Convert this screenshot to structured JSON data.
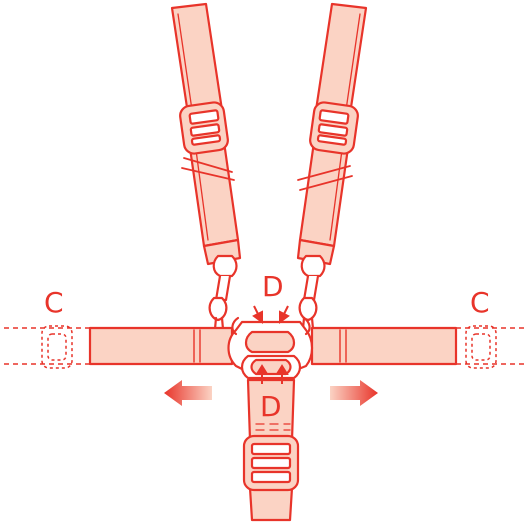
{
  "labels": {
    "left_clip": "C",
    "right_clip": "C",
    "top_buckle": "D",
    "bottom_buckle": "D"
  },
  "colors": {
    "stroke": "#e8342a",
    "fill": "#fbd3c4",
    "arrow_start": "#fbd3c4",
    "arrow_end": "#e8342a"
  },
  "icons": [
    "left-arrow-icon",
    "right-arrow-icon",
    "squeeze-arrow-icon"
  ]
}
